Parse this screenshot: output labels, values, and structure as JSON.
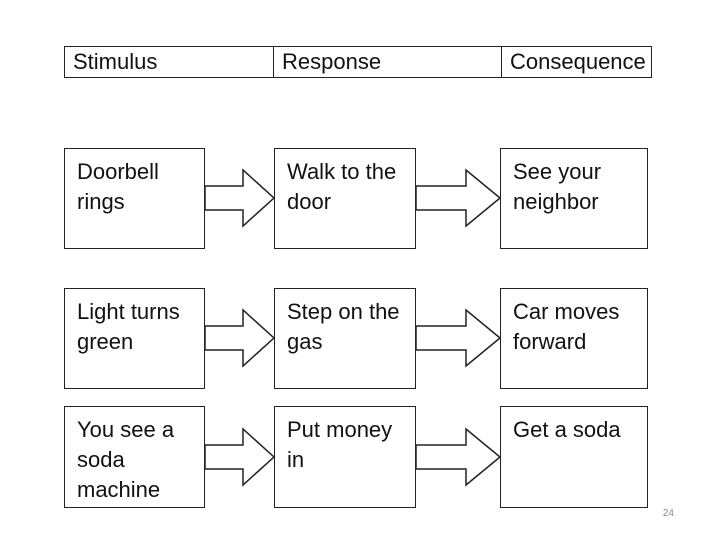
{
  "header": {
    "stimulus": "Stimulus",
    "response": "Response",
    "consequence": "Consequence"
  },
  "rows": [
    {
      "stimulus": "Doorbell\nrings",
      "response": "Walk to the\ndoor",
      "consequence": "See your\nneighbor"
    },
    {
      "stimulus": "Light turns\ngreen",
      "response": "Step on the\ngas",
      "consequence": "Car moves\nforward"
    },
    {
      "stimulus": "You see a\nsoda\nmachine",
      "response": "Put money\nin",
      "consequence": "Get a soda"
    }
  ],
  "page_number": "24"
}
